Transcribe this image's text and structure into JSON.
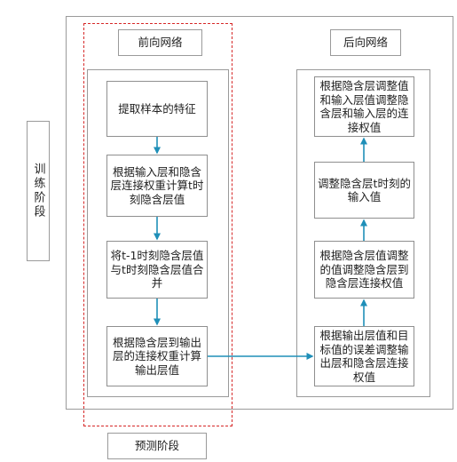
{
  "outer_frame": {
    "stage_label": "训练阶段"
  },
  "prediction": {
    "label": "预测阶段"
  },
  "forward": {
    "title": "前向网络",
    "steps": [
      "提取样本的特征",
      "根据输入层和隐含层连接权重计算t时刻隐含层值",
      "将t-1时刻隐含层值与t时刻隐含层值合并",
      "根据隐含层到输出层的连接权重计算输出层值"
    ]
  },
  "backward": {
    "title": "后向网络",
    "steps": [
      "根据隐含层调整值和输入层值调整隐含层和输入层的连接权值",
      "调整隐含层t时刻的输入值",
      "根据隐含层值调整的值调整隐含层到隐含层连接权值",
      "根据输出层值和目标值的误差调整输出层和隐含层连接权值"
    ]
  },
  "colors": {
    "arrow": "#1f8fb8",
    "dashed_frame": "#d62828",
    "border": "#9a9a9a"
  }
}
